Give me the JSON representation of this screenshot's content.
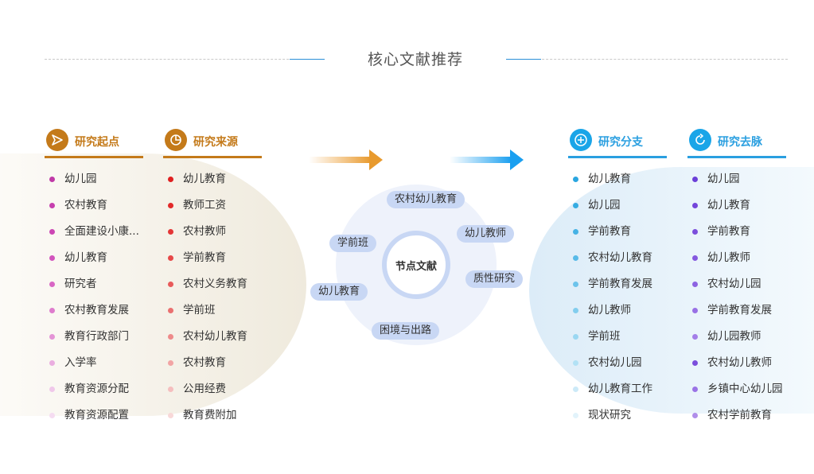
{
  "title": "核心文献推荐",
  "columns": {
    "origin": {
      "label": "研究起点",
      "icon": "send-icon",
      "color": "#c47a1a",
      "items": [
        "幼儿园",
        "农村教育",
        "全面建设小康...",
        "幼儿教育",
        "研究者",
        "农村教育发展",
        "教育行政部门",
        "入学率",
        "教育资源分配",
        "教育资源配置"
      ]
    },
    "source": {
      "label": "研究来源",
      "icon": "pie-chart-icon",
      "color": "#c47a1a",
      "items": [
        "幼儿教育",
        "教师工资",
        "农村教师",
        "学前教育",
        "农村义务教育",
        "学前班",
        "农村幼儿教育",
        "农村教育",
        "公用经费",
        "教育费附加"
      ]
    },
    "branch": {
      "label": "研究分支",
      "icon": "plus-circle-icon",
      "color": "#2a9fe0",
      "items": [
        "幼儿教育",
        "幼儿园",
        "学前教育",
        "农村幼儿教育",
        "学前教育发展",
        "幼儿教师",
        "学前班",
        "农村幼儿园",
        "幼儿教育工作",
        "现状研究"
      ]
    },
    "trend": {
      "label": "研究去脉",
      "icon": "refresh-icon",
      "color": "#2a9fe0",
      "items": [
        "幼儿园",
        "幼儿教育",
        "学前教育",
        "幼儿教师",
        "农村幼儿园",
        "学前教育发展",
        "幼儿园教师",
        "农村幼儿教师",
        "乡镇中心幼儿园",
        "农村学前教育"
      ]
    }
  },
  "center": {
    "label": "节点文献",
    "nodes": [
      "农村幼儿教育",
      "学前班",
      "幼儿教师",
      "质性研究",
      "幼儿教育",
      "困境与出路"
    ]
  },
  "dot_colors": {
    "origin": [
      "#c03aa7",
      "#c63fae",
      "#cc46b4",
      "#d254bd",
      "#d866c4",
      "#de7ccd",
      "#e494d6",
      "#eaaee0",
      "#f0c8ea",
      "#f5dcf1"
    ],
    "source": [
      "#e02020",
      "#e22a2a",
      "#e43636",
      "#e64848",
      "#e85a5a",
      "#ea7070",
      "#ee8a8a",
      "#f2a4a4",
      "#f5bebe",
      "#f8d8d8"
    ],
    "branch": [
      "#2aa6e0",
      "#36ace2",
      "#46b2e5",
      "#58bae8",
      "#6cc3eb",
      "#82cdee",
      "#9ad7f2",
      "#b2e1f5",
      "#cceaf8",
      "#e2f3fb"
    ],
    "trend": [
      "#6b3fd8",
      "#7346da",
      "#7b4edc",
      "#8458df",
      "#8d63e2",
      "#9870e5",
      "#a37ee8",
      "#7b4edc",
      "#9a73e6",
      "#b08eea"
    ]
  }
}
